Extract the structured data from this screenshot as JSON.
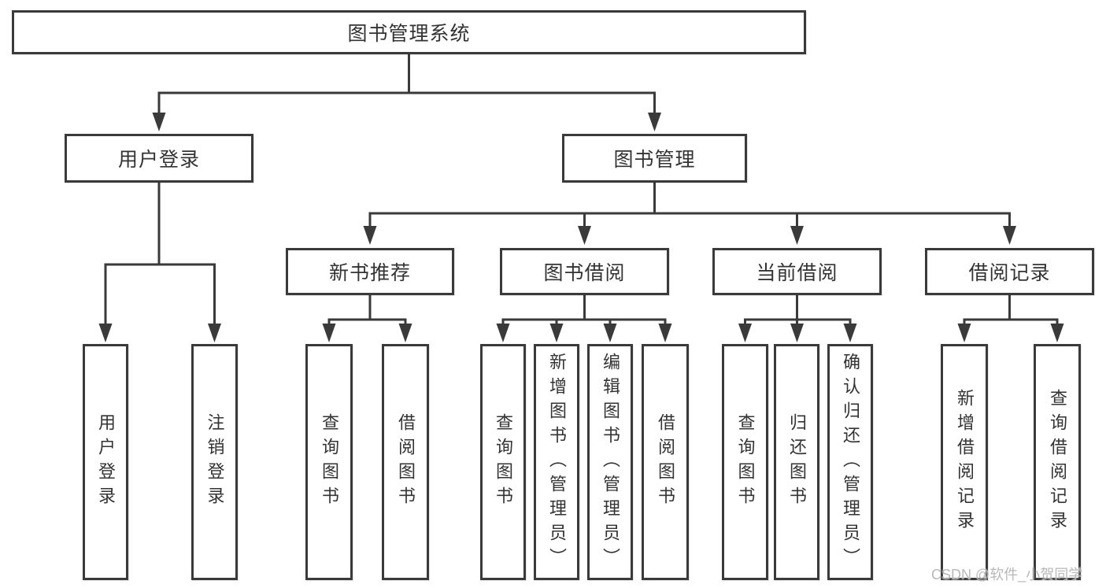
{
  "diagram": {
    "root": "图书管理系统",
    "user_login": {
      "label": "用户登录",
      "children": [
        "用户登录",
        "注销登录"
      ]
    },
    "book_management": {
      "label": "图书管理",
      "sections": [
        {
          "label": "新书推荐",
          "children": [
            "查询图书",
            "借阅图书"
          ]
        },
        {
          "label": "图书借阅",
          "children": [
            "查询图书",
            "新增图书（管理员）",
            "编辑图书（管理员）",
            "借阅图书"
          ]
        },
        {
          "label": "当前借阅",
          "children": [
            "查询图书",
            "归还图书",
            "确认归还（管理员）"
          ]
        },
        {
          "label": "借阅记录",
          "children": [
            "新增借阅记录",
            "查询借阅记录"
          ]
        }
      ]
    },
    "watermark": "CSDN @软件_小贺同学"
  },
  "colors": {
    "line": "#3a3a3a",
    "text": "#333333",
    "background": "#ffffff",
    "watermark": "#b2b2b2"
  }
}
